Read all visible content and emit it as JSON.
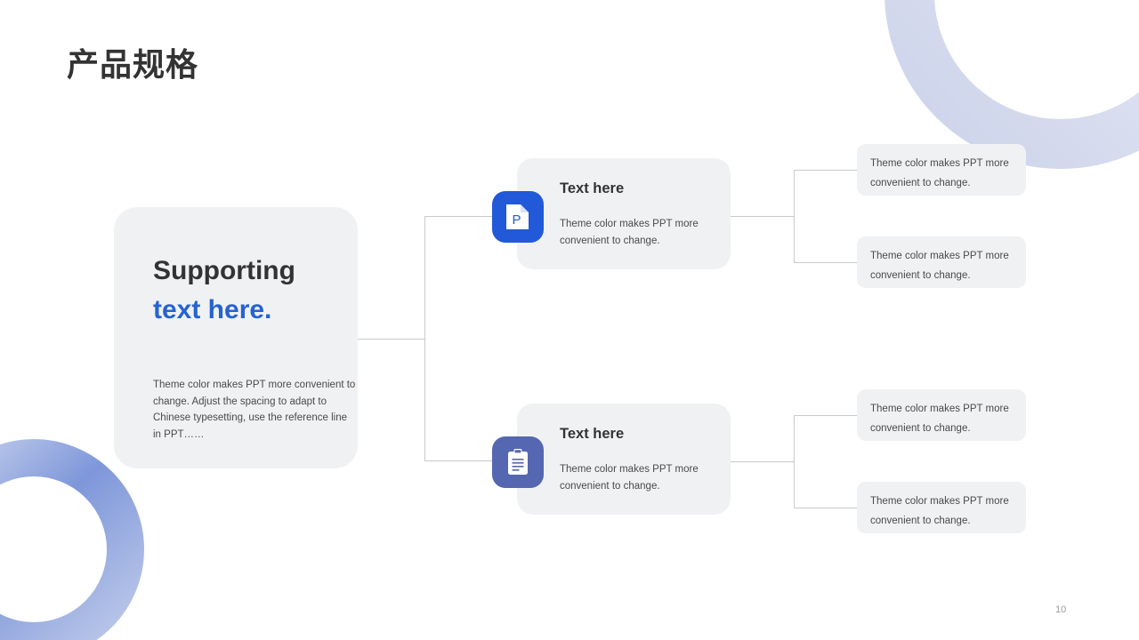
{
  "slide": {
    "title": "产品规格",
    "page_number": "10",
    "background_color": "#ffffff"
  },
  "colors": {
    "accent_blue": "#2563D0",
    "icon_tile_one": "#2159D8",
    "icon_tile_two": "#5567B0",
    "card_gray": "#f0f1f3",
    "connector_gray": "#c9c9c9",
    "heading_dark": "#333333",
    "body_text": "#4a4a4a",
    "ring_top_right_start": "#d7dbee",
    "ring_top_right_end": "#eef0f8",
    "ring_bottom_left_start": "#c3cdeb",
    "ring_bottom_left_end": "#7e97da"
  },
  "main_card": {
    "heading_line_1": "Supporting",
    "heading_line_2": "text here.",
    "body": "Theme color makes PPT more convenient to change. Adjust the spacing to adapt to Chinese typesetting, use the reference line in PPT……"
  },
  "branches": [
    {
      "icon": "file-presentation-icon",
      "icon_letter": "P",
      "title": "Text here",
      "body": "Theme color makes PPT more convenient to change.",
      "leaves": [
        {
          "text": "Theme color makes PPT more convenient to change."
        },
        {
          "text": "Theme color makes PPT more convenient to change."
        }
      ]
    },
    {
      "icon": "clipboard-icon",
      "icon_letter": "",
      "title": "Text here",
      "body": "Theme color makes PPT more convenient to change.",
      "leaves": [
        {
          "text": "Theme color makes PPT more convenient to change."
        },
        {
          "text": "Theme color makes PPT more convenient to change."
        }
      ]
    }
  ]
}
